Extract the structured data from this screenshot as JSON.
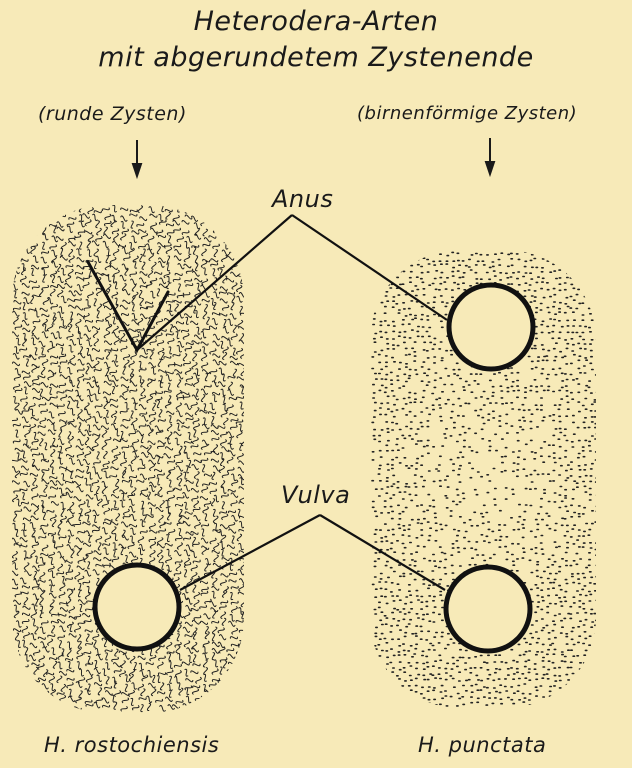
{
  "title": {
    "line1": "Heterodera-Arten",
    "line2": "mit abgerundetem Zystenende"
  },
  "groups": {
    "left_label": "(runde Zysten)",
    "right_label": "(birnenförmige Zysten)"
  },
  "structures": {
    "anus": "Anus",
    "vulva": "Vulva"
  },
  "species": {
    "left": "H. rostochiensis",
    "right": "H. punctata"
  },
  "colors": {
    "background": "#f7eab8",
    "ink": "#1a1a1a"
  }
}
